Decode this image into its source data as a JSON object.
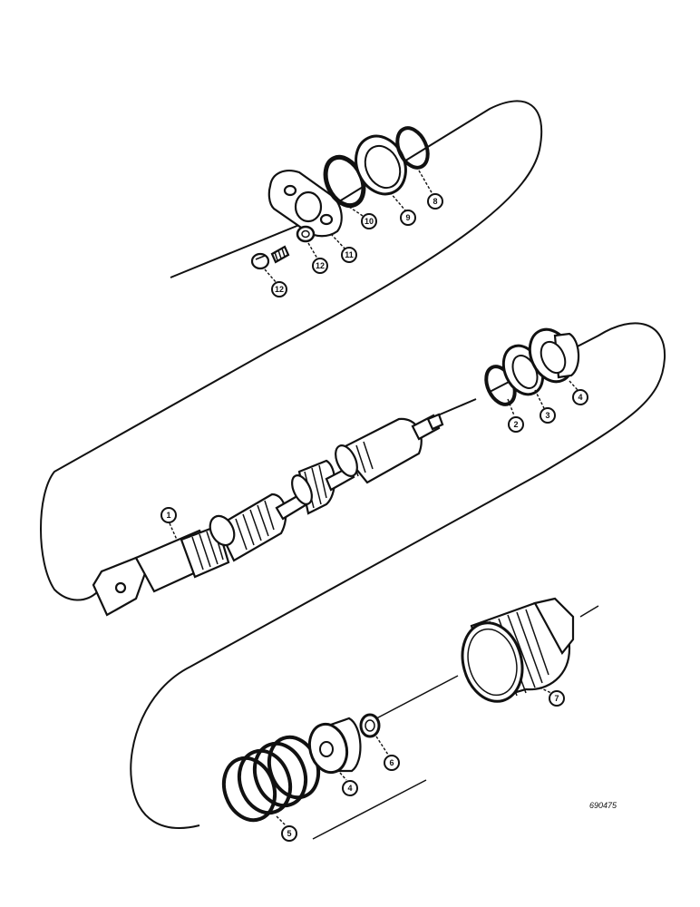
{
  "callouts": [
    {
      "id": "c1",
      "label": "1"
    },
    {
      "id": "c2",
      "label": "2"
    },
    {
      "id": "c3",
      "label": "3"
    },
    {
      "id": "c4a",
      "label": "4"
    },
    {
      "id": "c4b",
      "label": "4"
    },
    {
      "id": "c5",
      "label": "5"
    },
    {
      "id": "c6",
      "label": "6"
    },
    {
      "id": "c7",
      "label": "7"
    },
    {
      "id": "c8",
      "label": "8"
    },
    {
      "id": "c9",
      "label": "9"
    },
    {
      "id": "c10",
      "label": "10"
    },
    {
      "id": "c11",
      "label": "11"
    },
    {
      "id": "c12a",
      "label": "12"
    },
    {
      "id": "c12b",
      "label": "12"
    }
  ],
  "figure_id": "690475"
}
